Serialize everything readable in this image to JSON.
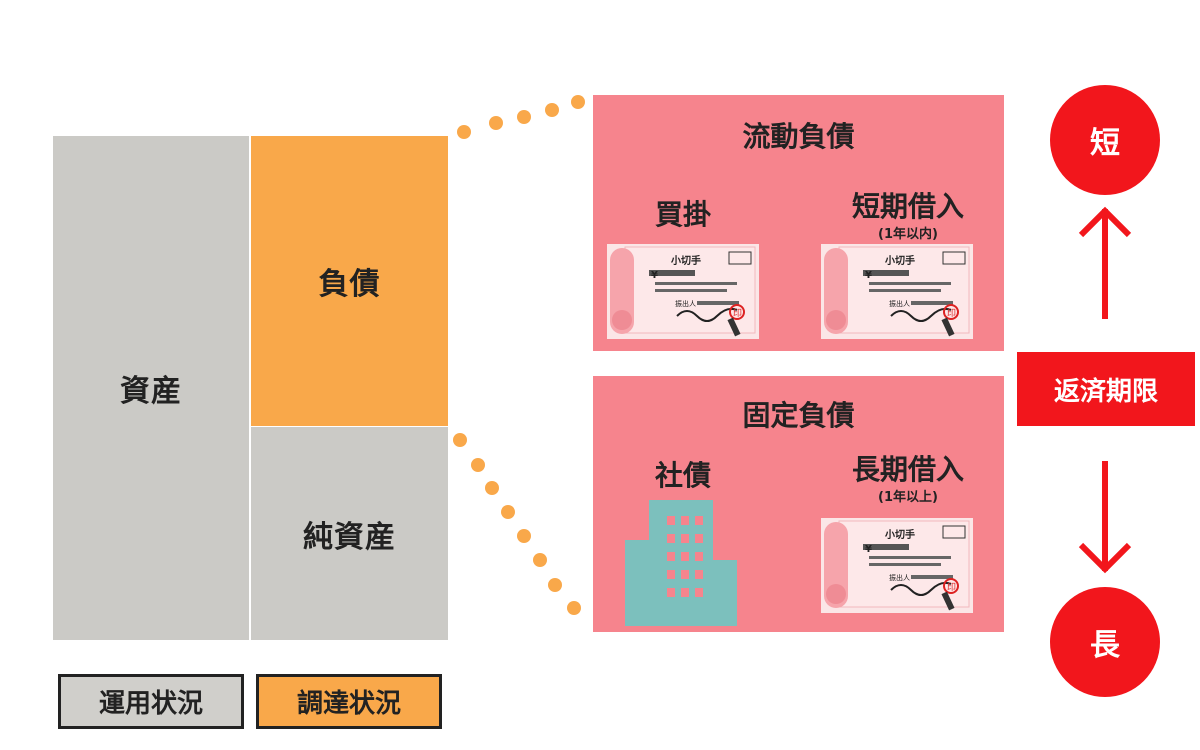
{
  "balance_sheet": {
    "assets": "資産",
    "liabilities": "負債",
    "net_assets": "純資産"
  },
  "legend": {
    "use_of_funds": "運用状況",
    "sourcing": "調達状況"
  },
  "current_liabilities": {
    "title": "流動負債",
    "items": [
      {
        "label": "買掛",
        "note": ""
      },
      {
        "label": "短期借入",
        "note": "(1年以内)"
      }
    ]
  },
  "fixed_liabilities": {
    "title": "固定負債",
    "items": [
      {
        "label": "社債",
        "note": ""
      },
      {
        "label": "長期借入",
        "note": "(1年以上)"
      }
    ]
  },
  "check_card": {
    "title": "小切手",
    "yen": "¥",
    "issuer": "振出人",
    "stamp": "印"
  },
  "repayment": {
    "short": "短",
    "label": "返済期限",
    "long": "長"
  },
  "colors": {
    "gray": "#cbcac6",
    "orange": "#f9a84a",
    "pink": "#f6848d",
    "red": "#f2161c",
    "teal": "#7cc0bd"
  }
}
